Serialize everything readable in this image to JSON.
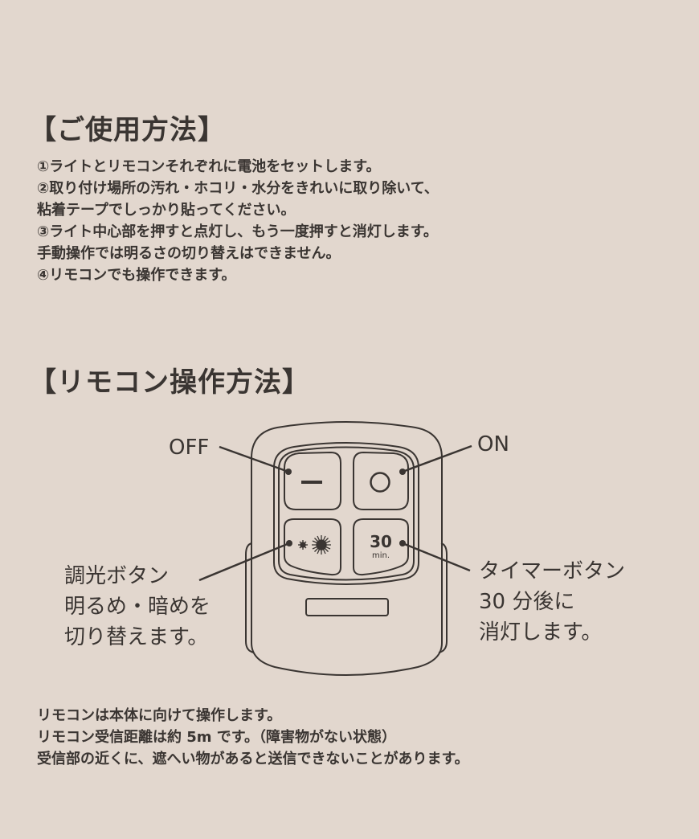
{
  "sections": {
    "usage": {
      "title": "【ご使用方法】",
      "lines": [
        "①ライトとリモコンそれぞれに電池をセットします。",
        "②取り付け場所の汚れ・ホコリ・水分をきれいに取り除いて、",
        "粘着テープでしっかり貼ってください。",
        "③ライト中心部を押すと点灯し、もう一度押すと消灯します。",
        "手動操作では明るさの切り替えはできません。",
        "④リモコンでも操作できます。"
      ]
    },
    "remote": {
      "title": "【リモコン操作方法】",
      "labels": {
        "off": "OFF",
        "on": "ON",
        "dimmer": [
          "調光ボタン",
          "明るめ・暗めを",
          "切り替えます。"
        ],
        "timer": [
          "タイマーボタン",
          "30 分後に",
          "消灯します。"
        ]
      },
      "buttons": {
        "off_icon": "minus-icon",
        "on_icon": "circle-icon",
        "dimmer_icon": "brightness-icon",
        "timer_number": "30",
        "timer_unit": "min."
      },
      "notes": [
        "リモコンは本体に向けて操作します。",
        "リモコン受信距離は約 5m です。（障害物がない状態）",
        "受信部の近くに、遮へい物があると送信できないことがあります。"
      ]
    }
  },
  "colors": {
    "background": "#e2d7ce",
    "ink": "#3a3532"
  }
}
